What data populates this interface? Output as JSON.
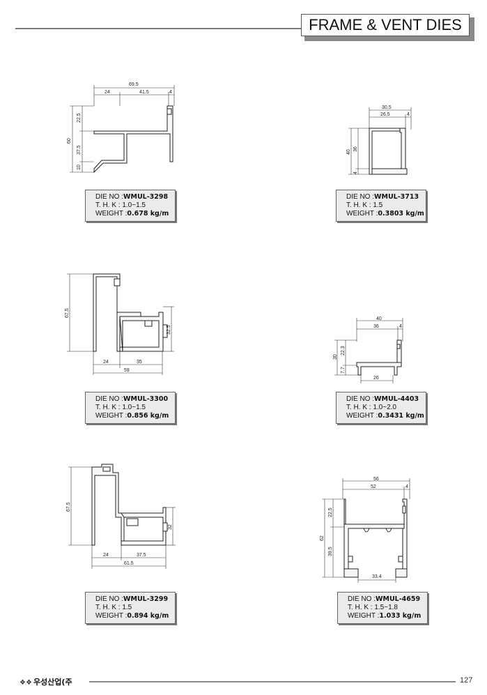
{
  "header": {
    "title": "FRAME & VENT DIES"
  },
  "footer": {
    "logo_mark": "❖❖",
    "company": "우성산업(주",
    "page_number": "127"
  },
  "labels": {
    "die_no": "DIE NO :",
    "thk": "T. H. K :",
    "weight": "WEIGHT :"
  },
  "dies": {
    "d3298": {
      "die_no": "WMUL-3298",
      "thk": "1.0~1.5",
      "weight": "0.678 kg/m",
      "dims": {
        "total_w": "69.5",
        "w1": "24",
        "w2": "41.5",
        "w3": "4",
        "h_total": "60",
        "h1": "22.5",
        "h2": "37.5",
        "h3": "10"
      }
    },
    "d3713": {
      "die_no": "WMUL-3713",
      "thk": "1.5",
      "weight": "0.3803 kg/m",
      "dims": {
        "total_w": "30.5",
        "w1": "26.5",
        "w2": "4",
        "h_total": "40",
        "h1": "36",
        "h2": "4"
      }
    },
    "d3300": {
      "die_no": "WMUL-3300",
      "thk": "1.0~1.5",
      "weight": "0.856 kg/m",
      "dims": {
        "h_total": "67.5",
        "h_right": "32.5",
        "w1": "24",
        "w2": "35",
        "total_w": "59"
      }
    },
    "d4403": {
      "die_no": "WMUL-4403",
      "thk": "1.0~2.0",
      "weight": "0.3431 kg/m",
      "dims": {
        "total_w": "40",
        "w1": "36",
        "w2": "4",
        "h_total": "30",
        "h1": "22.3",
        "h2": "7.7",
        "bottom_w": "26"
      }
    },
    "d3299": {
      "die_no": "WMUL-3299",
      "thk": "1.5",
      "weight": "0.894 kg/m",
      "dims": {
        "h_total": "67.5",
        "h_right": "32",
        "w1": "24",
        "w2": "37.5",
        "total_w": "61.5"
      }
    },
    "d4659": {
      "die_no": "WMUL-4659",
      "thk": "1.5~1.8",
      "weight": "1.033 kg/m",
      "dims": {
        "total_w": "56",
        "w1": "52",
        "w2": "4",
        "h_total": "62",
        "h1": "22.5",
        "h2": "39.5",
        "bottom_w": "33.4"
      }
    }
  }
}
